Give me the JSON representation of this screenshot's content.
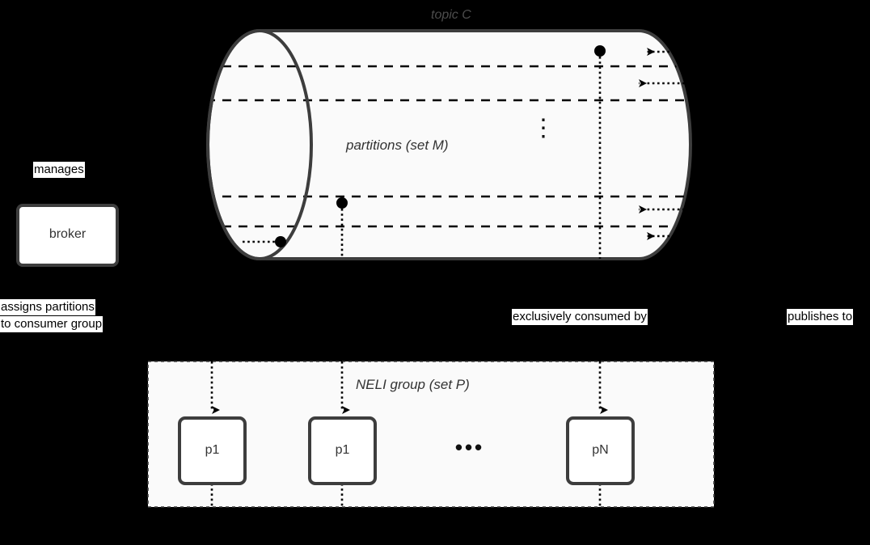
{
  "diagram": {
    "title": "topic C",
    "cylinder": {
      "label": "partitions (set M)",
      "vertical_ellipsis": "⋮"
    },
    "broker": {
      "label": "broker",
      "manages_label": "manages",
      "assigns_label_line1": "assigns partitions",
      "assigns_label_line2": "to consumer group"
    },
    "group": {
      "label": "NELI group (set P)",
      "members": [
        {
          "label": "p1"
        },
        {
          "label": "p1"
        },
        {
          "label": "pN"
        }
      ],
      "horizontal_ellipsis": "•••"
    },
    "edges": {
      "consumed_label": "exclusively consumed by",
      "publishes_label": "publishes to"
    },
    "colors": {
      "background": "#000000",
      "surface": "#fafafa",
      "node_fill": "#ffffff",
      "stroke": "#3d3d3d",
      "partition_line": "#000000",
      "title_text": "#4d4d4d",
      "body_text": "#333333",
      "chip_bg": "#ffffff",
      "chip_text": "#000000"
    }
  }
}
